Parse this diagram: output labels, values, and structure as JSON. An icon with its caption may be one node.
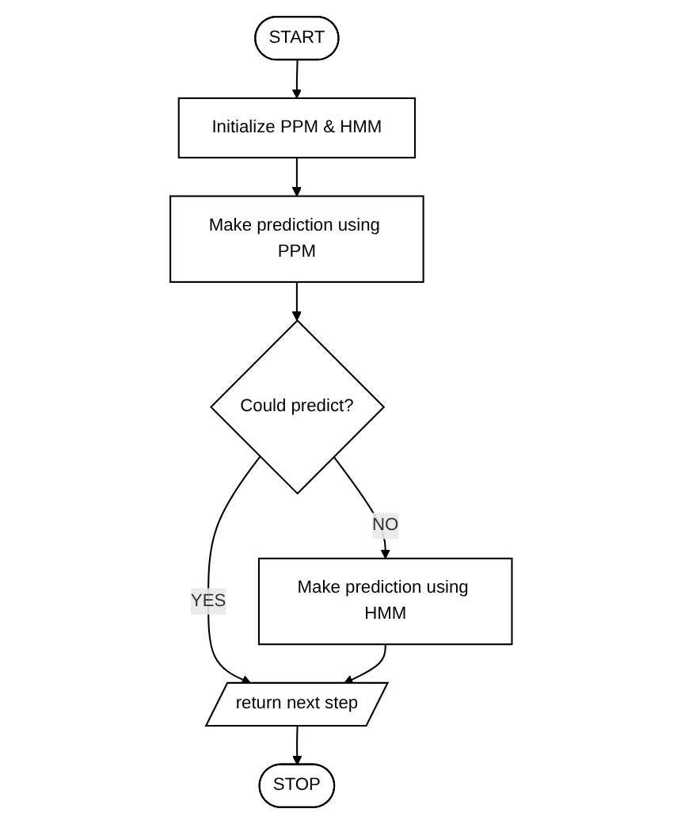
{
  "diagram": {
    "nodes": [
      {
        "text": [
          "START"
        ]
      },
      {
        "text": [
          "Initialize PPM & HMM"
        ]
      },
      {
        "text": [
          "Make prediction using PPM"
        ]
      },
      {
        "text": [
          "Could predict?"
        ]
      },
      {
        "text": [
          "Make prediction using HMM"
        ]
      },
      {
        "text": [
          "return next step"
        ]
      },
      {
        "text": [
          "STOP"
        ]
      }
    ],
    "edges": [
      {
        "from": 0,
        "to": 1,
        "arrow": "to"
      },
      {
        "from": 1,
        "to": 2,
        "arrow": "to"
      },
      {
        "from": 2,
        "to": 3,
        "arrow": "to"
      },
      {
        "from": 3,
        "to": 5,
        "arrow": "to",
        "label": "YES"
      },
      {
        "from": 3,
        "to": 4,
        "arrow": "to",
        "label": "NO"
      },
      {
        "from": 4,
        "to": 5,
        "arrow": "to"
      },
      {
        "from": 5,
        "to": 6,
        "arrow": "to"
      }
    ]
  }
}
